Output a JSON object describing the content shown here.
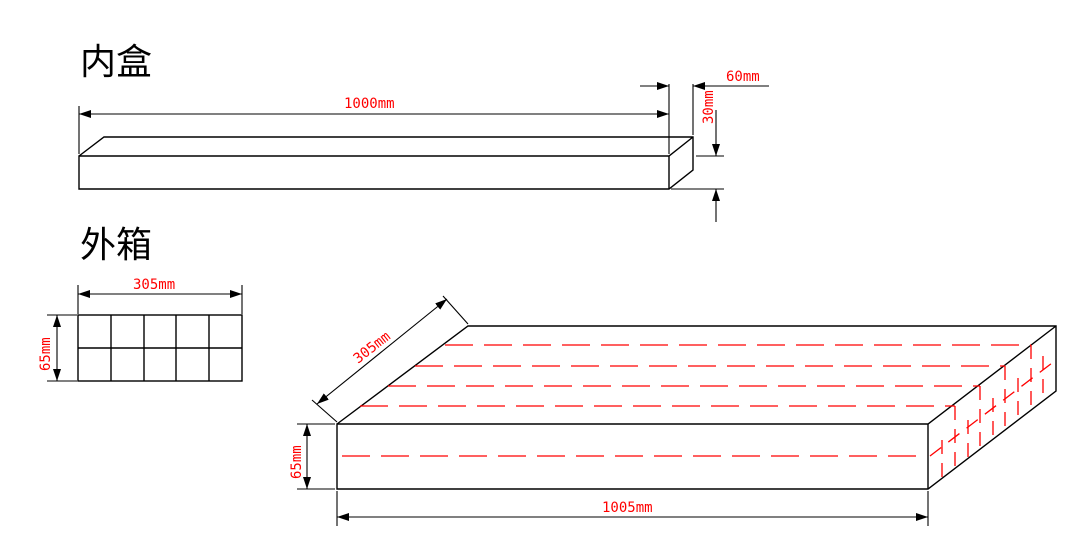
{
  "inner_box": {
    "title": "内盒",
    "length_label": "1000mm",
    "width_label": "60mm",
    "height_label": "30mm"
  },
  "outer_box": {
    "title": "外箱",
    "front_view": {
      "width_label": "305mm",
      "height_label": "65mm",
      "grid": {
        "columns": 5,
        "rows": 2
      }
    },
    "isometric_view": {
      "depth_label": "305mm",
      "height_label": "65mm",
      "length_label": "1005mm"
    }
  },
  "colors": {
    "outline": "#000000",
    "dimension_text": "#ff0000",
    "hidden_lines": "#ff0000"
  }
}
